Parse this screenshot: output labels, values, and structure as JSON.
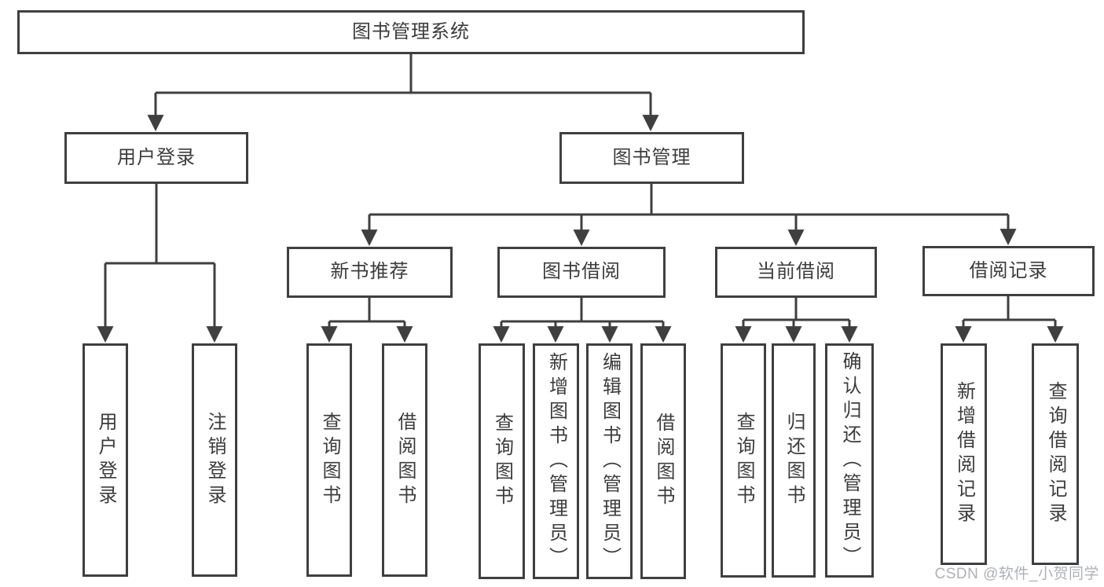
{
  "diagram": {
    "root": "图书管理系统",
    "branches": {
      "user_login": {
        "label": "用户登录",
        "children": [
          "用户登录",
          "注销登录"
        ]
      },
      "book_mgmt": {
        "label": "图书管理",
        "sections": {
          "new_books": {
            "label": "新书推荐",
            "children": [
              "查询图书",
              "借阅图书"
            ]
          },
          "book_borrow": {
            "label": "图书借阅",
            "children": [
              "查询图书",
              "新增图书（管理员）",
              "编辑图书（管理员）",
              "借阅图书"
            ]
          },
          "current_borrow": {
            "label": "当前借阅",
            "children": [
              "查询图书",
              "归还图书",
              "确认归还（管理员）"
            ]
          },
          "borrow_records": {
            "label": "借阅记录",
            "children": [
              "新增借阅记录",
              "查询借阅记录"
            ]
          }
        }
      }
    }
  },
  "watermark": {
    "text": "CSDN @软件_小贺同学"
  },
  "colors": {
    "line": "#3f3f3f",
    "text": "#3c3c3c",
    "watermark": "#a9adb4",
    "background": "#ffffff"
  }
}
